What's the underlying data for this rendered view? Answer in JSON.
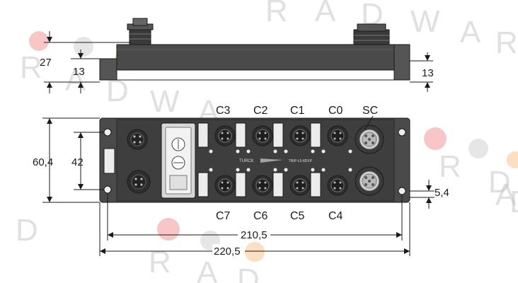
{
  "watermark": {
    "letters": [
      "R",
      "A",
      "D",
      "W",
      "A",
      "R",
      "D",
      "R",
      "A",
      "D",
      "W",
      "A",
      "R",
      "D",
      "D",
      "R",
      "A",
      "D",
      "A",
      "D"
    ],
    "dot_colors": [
      "#f4a0a0",
      "#d6d6d6",
      "#f6c99a"
    ]
  },
  "side_view": {
    "dims": {
      "overall_height": "27",
      "body_height": "13",
      "right_height": "13"
    }
  },
  "top_view": {
    "port_labels_top": [
      "C3",
      "C2",
      "C1",
      "C0",
      "SC"
    ],
    "port_labels_bottom": [
      "C7",
      "C6",
      "C5",
      "C4"
    ],
    "brand_text": "TURCK",
    "model_text": "TBIP-L5-8DXP",
    "dims": {
      "height": "60,4",
      "hole_spacing_v": "42",
      "hole_offset": "5,4",
      "hole_spacing_h": "210,5",
      "length": "220,5"
    }
  },
  "colors": {
    "housing": "#4a4a4a",
    "housing_dark": "#2e2e2e",
    "line": "#1a1a1a",
    "led_white": "#ececec"
  }
}
